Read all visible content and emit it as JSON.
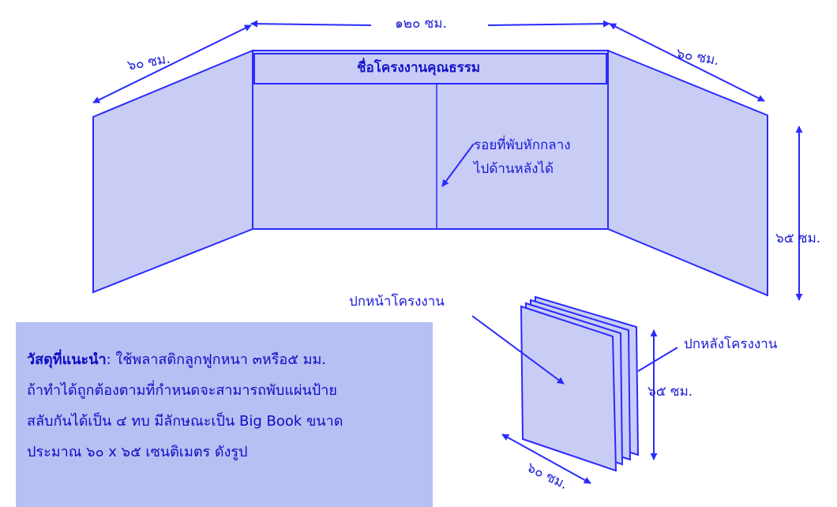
{
  "diagram": {
    "dimensions": {
      "width_center": "๑๒๐ ซม.",
      "width_left": "๖๐ ซม.",
      "width_right": "๖๐ ซม.",
      "height": "๖๕ ซม.",
      "book_height": "๖๕ ซม.",
      "book_width": "๖๐ ซม."
    },
    "panel_title": "ชื่อโครงงานคุณธรรม",
    "fold_note": [
      "รอยที่พับหักกลาง",
      "ไปด้านหลังได้"
    ],
    "front_cover_label": "ปกหน้าโครงงาน",
    "back_cover_label": "ปกหลังโครงงาน",
    "colors": {
      "stroke": "#2a2aff",
      "panel_fill": "#c9cdf6",
      "text": "#1a1ad6",
      "note_bg": "#b8bff3"
    }
  },
  "note": {
    "heading": "วัสดุที่แนะนำ",
    "line1": ": ใช้พลาสติกลูกฟูกหนา ๓หรือ๕ มม.",
    "line2": "ถ้าทำได้ถูกต้องตามที่กำหนดจะสามารถพับแผ่นป้าย",
    "line3": "สลับกันได้เป็น ๔ ทบ มีลักษณะเป็น Big Book ขนาด",
    "line4": "ประมาณ ๖๐ x ๖๕ เซนติเมตร ดังรูป"
  }
}
